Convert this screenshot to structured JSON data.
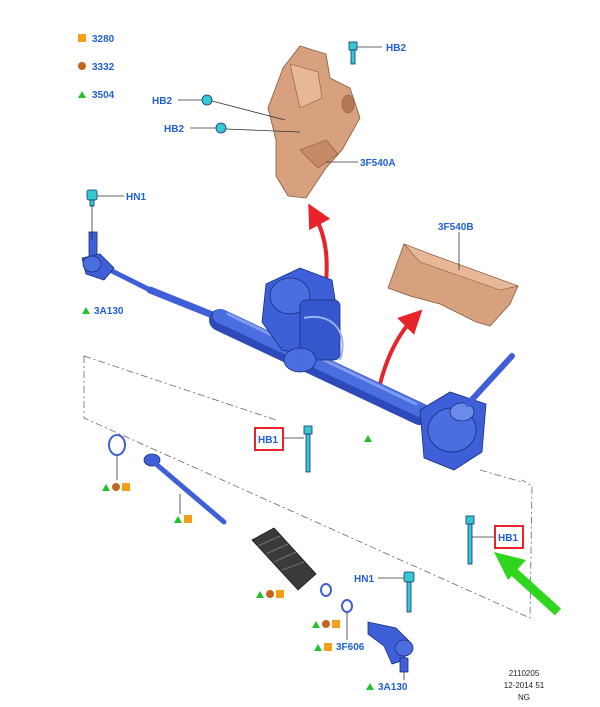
{
  "colors": {
    "label_blue": "#1f5fd6",
    "part_blue": "#3f5fd8",
    "shield": "#d7a07e",
    "fastener": "#35c9cf",
    "highlight_red": "#e8232a",
    "arrow_green": "#2fd61d",
    "square_orange": "#f2a01a",
    "circle_brown": "#c3651d",
    "triangle_green": "#22c22a"
  },
  "legend": [
    {
      "symbol": "square-icon",
      "code": "3280"
    },
    {
      "symbol": "circle-icon",
      "code": "3332"
    },
    {
      "symbol": "triangle-icon",
      "code": "3504"
    }
  ],
  "labels": {
    "hb2_top": "HB2",
    "hb2_left1": "HB2",
    "hb2_left2": "HB2",
    "shield_a": "3F540A",
    "shield_b": "3F540B",
    "hn1_top": "HN1",
    "tie_rod_end_top": "3A130",
    "hb1_left": "HB1",
    "hb1_right": "HB1",
    "hn1_bottom": "HN1",
    "boot_clamp": "3F606",
    "tie_rod_end_bottom": "3A130"
  },
  "reference": {
    "line1": "2110205",
    "line2": "12-2014 51",
    "line3": "NG"
  }
}
